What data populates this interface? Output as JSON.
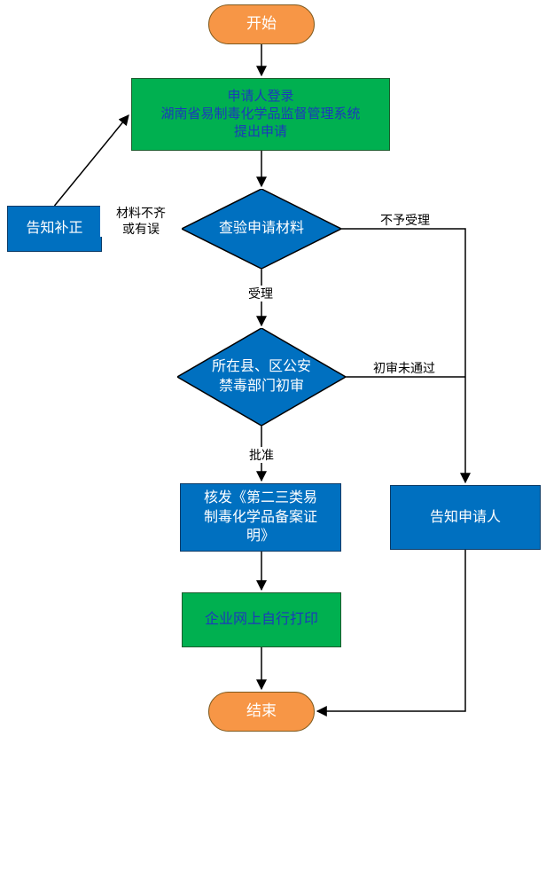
{
  "flowchart": {
    "nodes": {
      "start": "开始",
      "login": "申请人登录\n湖南省易制毒化学品监督管理系统\n提出申请",
      "check_materials": "查验申请材料",
      "notify_correction": "告知补正",
      "initial_review": "所在县、区公安\n禁毒部门初审",
      "issue_certificate": "核发《第二三类易\n制毒化学品备案证\n明》",
      "self_print": "企业网上自行打印",
      "notify_applicant": "告知申请人",
      "end": "结束"
    },
    "edge_labels": {
      "materials_incomplete": "材料不齐\n或有误",
      "not_accepted": "不予受理",
      "accepted": "受理",
      "review_failed": "初审未通过",
      "approved": "批准"
    },
    "colors": {
      "terminal_fill": "#F79646",
      "green_fill": "#00B050",
      "blue_fill": "#0070C0",
      "green_box_text": "#1C39BB",
      "line": "#000000"
    }
  }
}
